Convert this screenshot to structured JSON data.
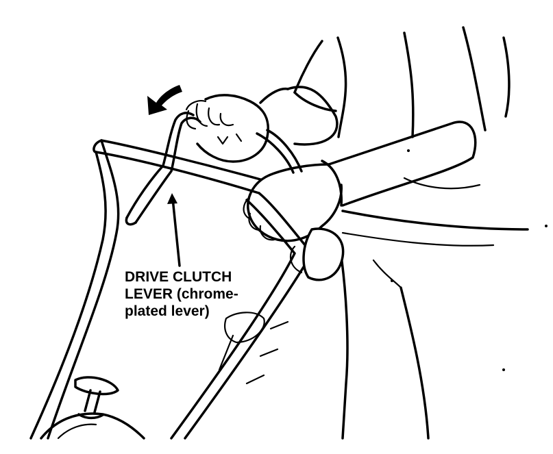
{
  "label": {
    "line1": "DRIVE CLUTCH",
    "line2": "LEVER (chrome-",
    "line3": "plated lever)"
  }
}
